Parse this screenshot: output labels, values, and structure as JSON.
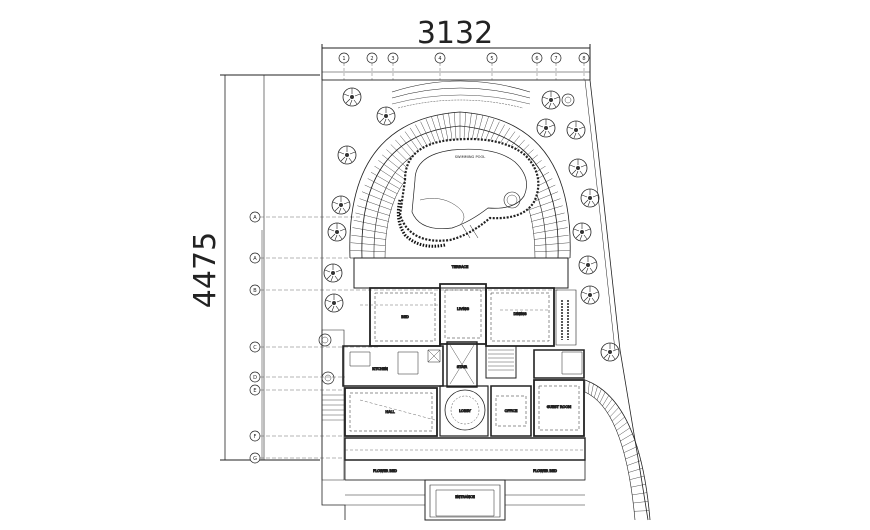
{
  "dimensions": {
    "overall_width": "3132",
    "overall_height": "4475"
  },
  "grid": {
    "columns": [
      "1",
      "2",
      "3",
      "4",
      "5",
      "6",
      "7",
      "8"
    ],
    "rows": [
      "A",
      "A",
      "B",
      "C",
      "D",
      "E",
      "F",
      "G"
    ]
  },
  "rooms": {
    "pool": "SWIMMING POOL",
    "terrace": "TERRACE",
    "bedroom_left": "BED",
    "living": "LIVING",
    "dining": "DINING",
    "kitchen": "KITCHEN",
    "stair": "STAIR",
    "lobby": "LOBBY",
    "office": "OFFICE",
    "guest": "GUEST ROOM",
    "hall": "HALL",
    "entrance": "ENTRANCE",
    "flower_bed_left": "FLOWER BED",
    "flower_bed_right": "FLOWER BED"
  }
}
